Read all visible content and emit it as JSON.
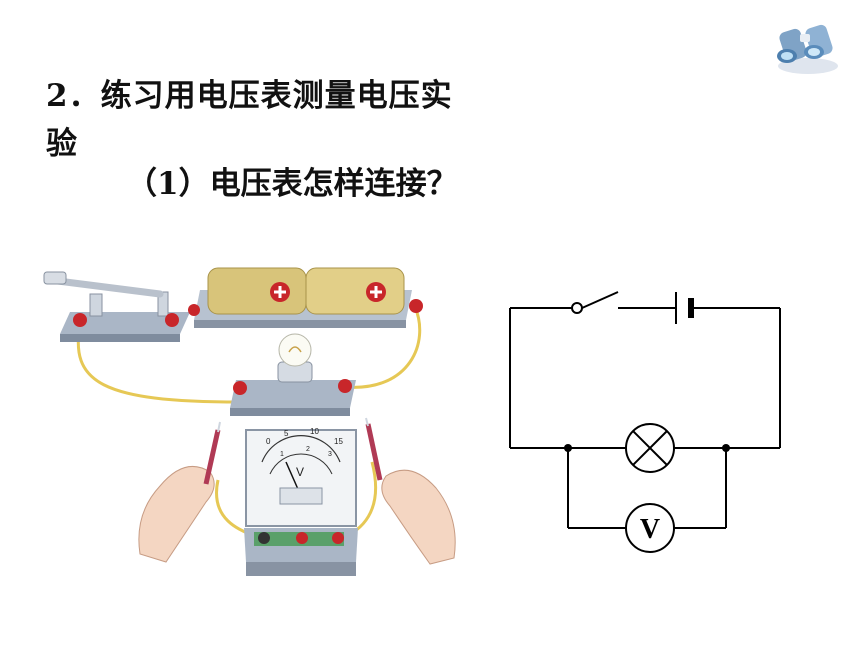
{
  "slide": {
    "heading": "2．练习用电压表测量电压实验",
    "subheading": "（1）电压表怎样连接？"
  },
  "meter": {
    "unit": "V",
    "scale_upper": [
      "0",
      "5",
      "10",
      "15"
    ],
    "scale_lower": [
      "1",
      "2",
      "3"
    ]
  },
  "schematic": {
    "voltmeter_symbol": "V"
  },
  "icons": {
    "corner": "binoculars-icon",
    "battery_terminal": "plus-icon",
    "lamp": "lightbulb-icon",
    "lamp_symbol": "lamp-cross-icon"
  },
  "colors": {
    "battery": "#d8c47a",
    "terminal": "#c8262a",
    "wire": "#e6c855",
    "base": "#9aa7b8",
    "circuit_line": "#000000"
  }
}
